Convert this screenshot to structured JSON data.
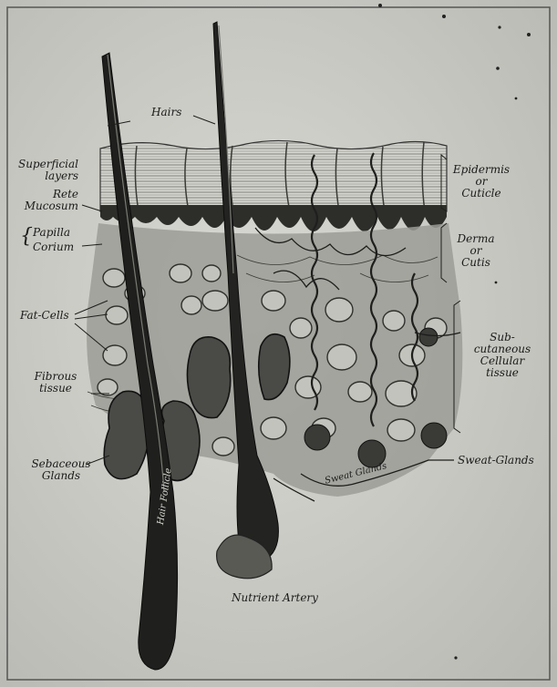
{
  "labels": {
    "hairs": "Hairs",
    "superficial_layers": [
      "Superficial",
      "layers"
    ],
    "rete_mucosum": [
      "Rete",
      "Mucosum"
    ],
    "papilla": "Papilla",
    "corium": "Corium",
    "fat_cells": "Fat-Cells",
    "fibrous_tissue": [
      "Fibrous",
      "tissue"
    ],
    "sebaceous_glands": [
      "Sebaceous",
      "Glands"
    ],
    "epidermis": [
      "Epidermis",
      "or",
      "Cuticle"
    ],
    "derma": [
      "Derma",
      "or",
      "Cutis"
    ],
    "subcutaneous": [
      "Sub-",
      "cutaneous",
      "Cellular",
      "tissue"
    ],
    "sweat_glands": "Sweat-Glands",
    "nutrient_artery": "Nutrient Artery",
    "hair_follicle": "Hair Follicle",
    "sweat_glands_inner": "Sweat Glands"
  },
  "colors": {
    "paper": "#cfcfc9",
    "ink": "#1a1a1a",
    "dark": "#2b2b2b",
    "mid": "#6f6f6a",
    "light": "#a9a9a3"
  }
}
